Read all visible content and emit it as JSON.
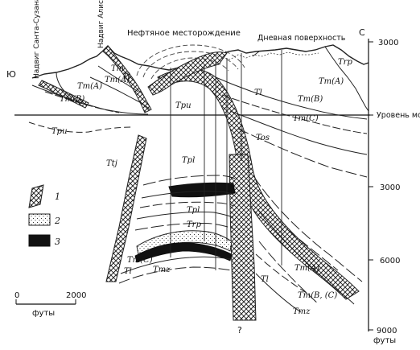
{
  "labels": {
    "north": "С",
    "south": "Ю",
    "oilfield": "Нефтяное месторождение",
    "surface": "Дневная поверхность",
    "thrust_santa_susana": "Надвиг Санта-Сузана",
    "thrust_aliso": "Надвиг Алисо",
    "sea_level": "Уровень моря",
    "question": "?"
  },
  "depth_scale": {
    "ticks": [
      "3000",
      "3000",
      "6000",
      "9000"
    ],
    "unit": "футы"
  },
  "horizontal_scale": {
    "start": "0",
    "end": "2000",
    "unit": "футы"
  },
  "units": {
    "trp_top": "Trp",
    "tm_a_top": "Tm(A)",
    "tm_b_top": "Tm(B)",
    "tm_c_top": "Tm(C)",
    "tl_top": "Tl",
    "tpu_center": "Tpu",
    "tos": "Tos",
    "tpu_left": "Tpu",
    "tm_a_left": "Tm(A)",
    "tm_b_left": "Tm(B)",
    "tm_small": "Tm",
    "tl_small": "Tl",
    "tm_a_hill": "Tm(A)",
    "ttj": "Ttj",
    "tpl_upper": "Tpl",
    "tpl_lower": "Tpl",
    "trp_lower": "Trp",
    "tm_c_lower": "Tm(C)",
    "tl_lower": "Tl",
    "tmz_left": "Tmz",
    "tl_right": "Tl",
    "tm_a_right": "Tm(A)",
    "tm_bc_right": "Tm(B, (C)",
    "tmz_right": "Tmz"
  },
  "legend": [
    {
      "number": "1",
      "pattern": "hatch"
    },
    {
      "number": "2",
      "pattern": "dots"
    },
    {
      "number": "3",
      "pattern": "solid"
    }
  ]
}
